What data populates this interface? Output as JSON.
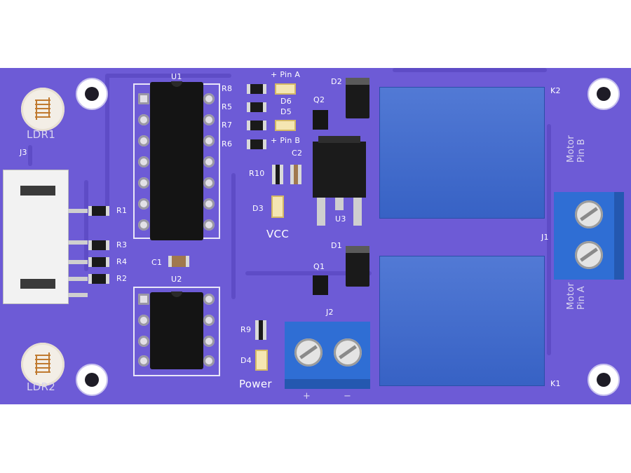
{
  "board": {
    "ics": {
      "u1": "U1",
      "u2": "U2",
      "u3": "U3"
    },
    "resistors": {
      "r1": "R1",
      "r2": "R2",
      "r3": "R3",
      "r4": "R4",
      "r5": "R5",
      "r6": "R6",
      "r7": "R7",
      "r8": "R8",
      "r9": "R9",
      "r10": "R10"
    },
    "capacitors": {
      "c1": "C1",
      "c2": "C2"
    },
    "diodes": {
      "d1": "D1",
      "d2": "D2",
      "d3": "D3",
      "d4": "D4",
      "d5": "D5",
      "d6": "D6"
    },
    "transistors": {
      "q1": "Q1",
      "q2": "Q2"
    },
    "relays": {
      "k1": "K1",
      "k2": "K2"
    },
    "connectors": {
      "j1": "J1",
      "j2": "J2",
      "j3": "J3"
    },
    "sensors": {
      "ldr1": "LDR1",
      "ldr2": "LDR2"
    },
    "silkscreen": {
      "pin_a": "+ Pin A",
      "pin_b": "+ Pin B",
      "vcc": "VCC",
      "power": "Power",
      "motor_pin_b_1": "Motor",
      "motor_pin_b_2": "Pin B",
      "motor_pin_a_1": "Motor",
      "motor_pin_a_2": "Pin A",
      "plus": "+",
      "minus": "−"
    }
  },
  "colors": {
    "board": "#6d5bd6",
    "relay": "#3a67cf",
    "terminal": "#2f6ed4",
    "silkscreen": "#ffffff"
  }
}
